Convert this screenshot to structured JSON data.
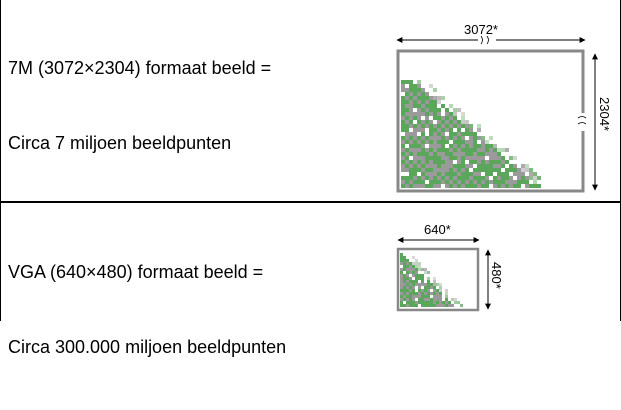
{
  "rows": [
    {
      "line1": "7M (3072×2304) formaat beeld =",
      "line2": "Circa 7 miljoen beeldpunten",
      "width_label": "3072*",
      "height_label": "2304*"
    },
    {
      "line1": "VGA (640×480) formaat beeld =",
      "line2": "Circa 300.000 miljoen beeldpunten",
      "width_label": "640*",
      "height_label": "480*"
    }
  ],
  "colors": {
    "frame": "#888888",
    "green": "#5aa65a",
    "grey": "#9a9a9a"
  }
}
